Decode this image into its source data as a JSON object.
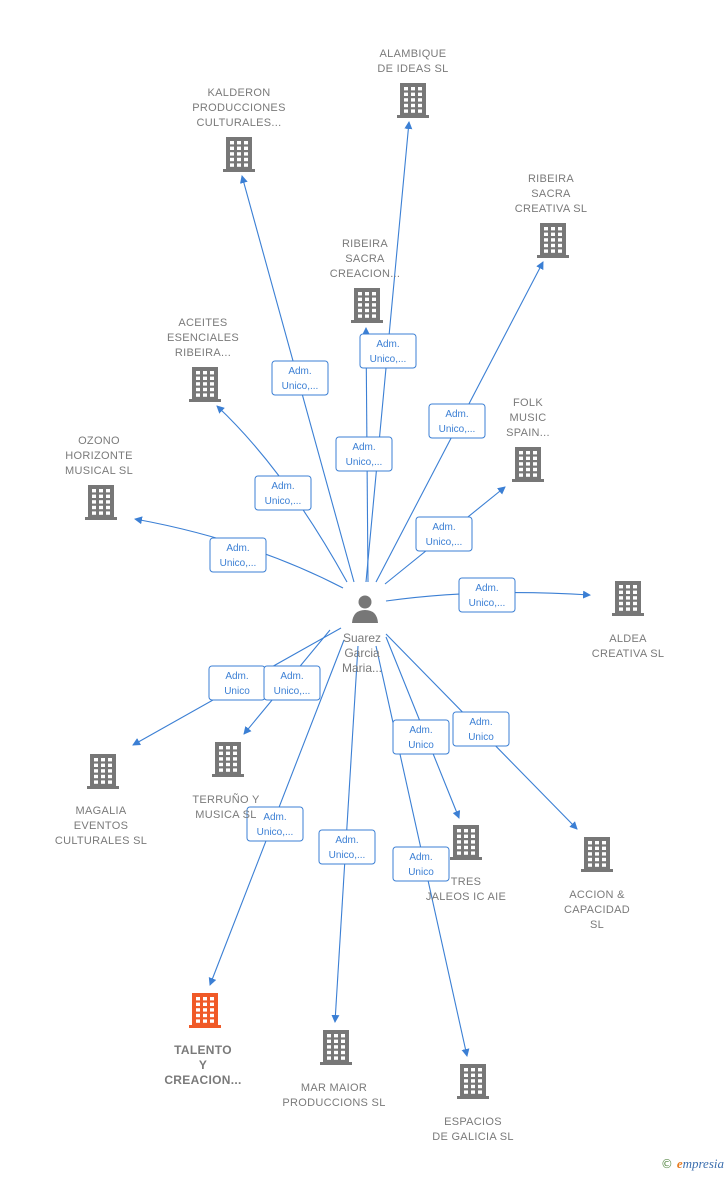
{
  "center": {
    "label_lines": [
      "Suarez",
      "Garcia",
      "Maria..."
    ],
    "icon": "person-icon"
  },
  "colors": {
    "edge": "#3b7fd4",
    "building": "#777777",
    "building_highlight": "#f05a28"
  },
  "nodes": [
    {
      "id": "alambique",
      "label_lines": [
        "ALAMBIQUE",
        "DE IDEAS  SL"
      ],
      "highlight": false,
      "edge_label": [
        "Adm.",
        "Unico,..."
      ]
    },
    {
      "id": "kalderon",
      "label_lines": [
        "KALDERON",
        "PRODUCCIONES",
        "CULTURALES..."
      ],
      "highlight": false,
      "edge_label": [
        "Adm.",
        "Unico,..."
      ]
    },
    {
      "id": "ribeira-creativa",
      "label_lines": [
        "RIBEIRA",
        "SACRA",
        "CREATIVA  SL"
      ],
      "highlight": false,
      "edge_label": [
        "Adm.",
        "Unico,..."
      ]
    },
    {
      "id": "ribeira-creacion",
      "label_lines": [
        "RIBEIRA",
        "SACRA",
        "CREACION..."
      ],
      "highlight": false,
      "edge_label": [
        "Adm.",
        "Unico,..."
      ]
    },
    {
      "id": "aceites",
      "label_lines": [
        "ACEITES",
        "ESENCIALES",
        "RIBEIRA..."
      ],
      "highlight": false,
      "edge_label": [
        "Adm.",
        "Unico,..."
      ]
    },
    {
      "id": "folk",
      "label_lines": [
        "FOLK",
        "MUSIC",
        "SPAIN..."
      ],
      "highlight": false,
      "edge_label": [
        "Adm.",
        "Unico,..."
      ]
    },
    {
      "id": "ozono",
      "label_lines": [
        "OZONO",
        "HORIZONTE",
        "MUSICAL  SL"
      ],
      "highlight": false,
      "edge_label": [
        "Adm.",
        "Unico,..."
      ]
    },
    {
      "id": "aldea",
      "label_lines": [
        "ALDEA",
        "CREATIVA  SL"
      ],
      "highlight": false,
      "edge_label": [
        "Adm.",
        "Unico,..."
      ]
    },
    {
      "id": "magalia",
      "label_lines": [
        "MAGALIA",
        "EVENTOS",
        "CULTURALES SL"
      ],
      "highlight": false,
      "edge_label": [
        "Adm.",
        "Unico"
      ]
    },
    {
      "id": "terruno",
      "label_lines": [
        "TERRUÑO Y",
        "MUSICA  SL"
      ],
      "highlight": false,
      "edge_label": [
        "Adm.",
        "Unico,..."
      ]
    },
    {
      "id": "tres",
      "label_lines": [
        "TRES",
        "JALEOS IC AIE"
      ],
      "highlight": false,
      "edge_label": [
        "Adm.",
        "Unico"
      ]
    },
    {
      "id": "accion",
      "label_lines": [
        "ACCION &",
        "CAPACIDAD",
        "SL"
      ],
      "highlight": false,
      "edge_label": [
        "Adm.",
        "Unico"
      ]
    },
    {
      "id": "talento",
      "label_lines": [
        "TALENTO",
        "Y",
        "CREACION..."
      ],
      "highlight": true,
      "edge_label": [
        "Adm.",
        "Unico,..."
      ]
    },
    {
      "id": "mar",
      "label_lines": [
        "MAR MAIOR",
        "PRODUCCIONS SL"
      ],
      "highlight": false,
      "edge_label": [
        "Adm.",
        "Unico,..."
      ]
    },
    {
      "id": "espacios",
      "label_lines": [
        "ESPACIOS",
        "DE GALICIA  SL"
      ],
      "highlight": false,
      "edge_label": [
        "Adm.",
        "Unico"
      ]
    }
  ],
  "footer": {
    "copyright": "©",
    "brand_first": "e",
    "brand_rest": "mpresia"
  }
}
